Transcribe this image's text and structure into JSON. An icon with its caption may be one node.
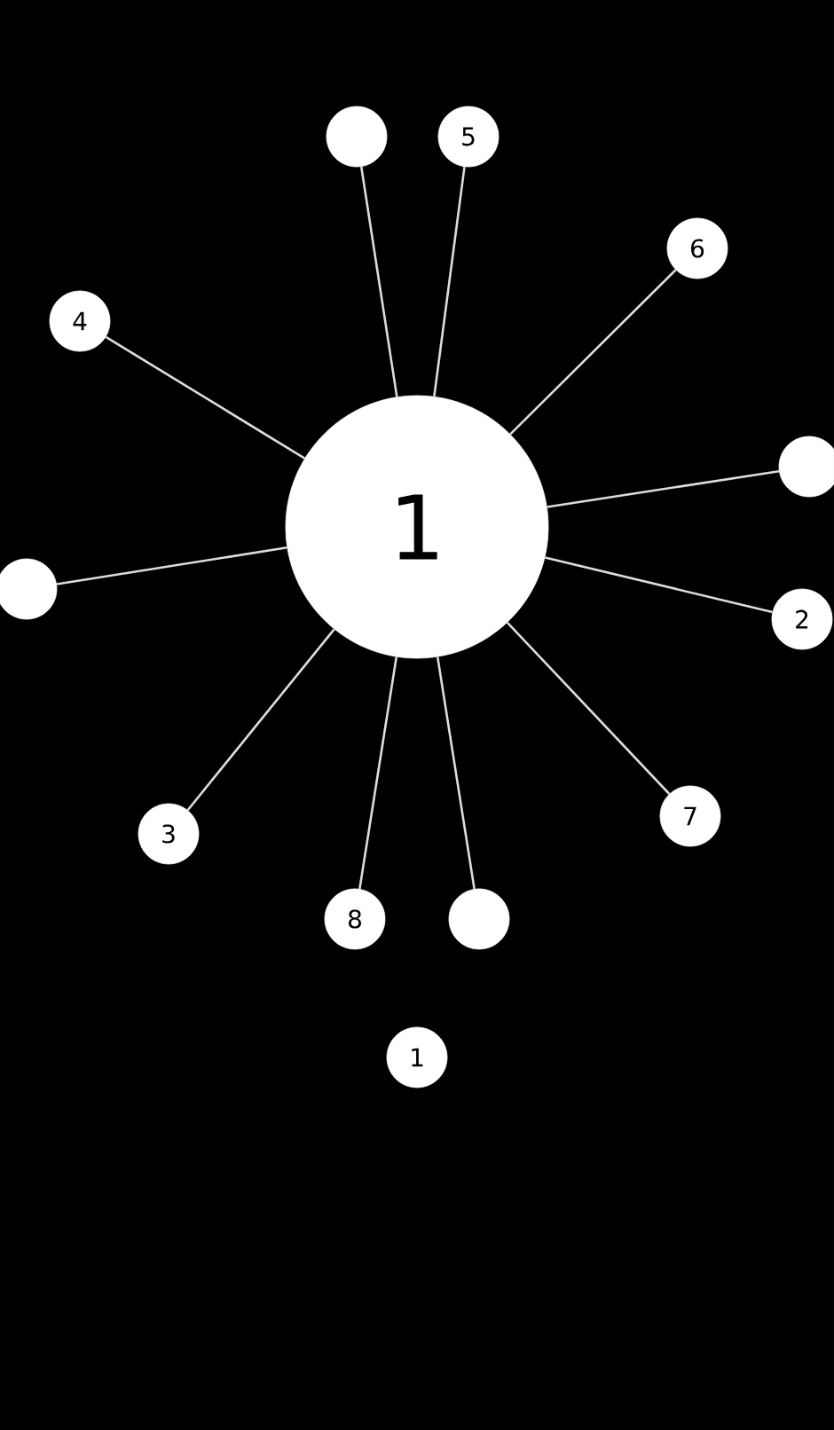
{
  "diagram": {
    "nodes": [
      {
        "text": [],
        "shape": "circle"
      },
      {
        "text": [
          "5"
        ]
      },
      {
        "text": [
          "6"
        ]
      },
      {
        "text": [
          "4"
        ]
      },
      {
        "text": [],
        "shape": "circle"
      },
      {
        "text": [
          "1"
        ]
      },
      {
        "text": [],
        "shape": "circle"
      },
      {
        "text": [
          "2"
        ]
      },
      {
        "text": [
          "7"
        ]
      },
      {
        "text": [
          "3"
        ]
      },
      {
        "text": [
          "8"
        ]
      },
      {
        "text": [],
        "shape": "circle"
      },
      {
        "text": [
          "1"
        ]
      }
    ],
    "edges": [
      {
        "from": 5,
        "to": 0,
        "arrow": "none"
      },
      {
        "from": 5,
        "to": 1,
        "arrow": "none"
      },
      {
        "from": 5,
        "to": 2,
        "arrow": "none"
      },
      {
        "from": 5,
        "to": 3,
        "arrow": "none"
      },
      {
        "from": 5,
        "to": 4,
        "arrow": "none"
      },
      {
        "from": 5,
        "to": 6,
        "arrow": "none"
      },
      {
        "from": 5,
        "to": 7,
        "arrow": "none"
      },
      {
        "from": 5,
        "to": 8,
        "arrow": "none"
      },
      {
        "from": 5,
        "to": 9,
        "arrow": "none"
      },
      {
        "from": 5,
        "to": 10,
        "arrow": "none"
      },
      {
        "from": 5,
        "to": 11,
        "arrow": "none"
      }
    ]
  }
}
